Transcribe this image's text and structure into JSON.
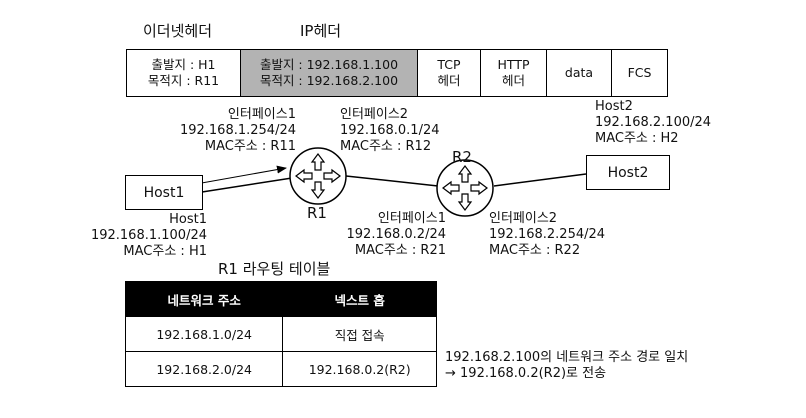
{
  "header_labels": {
    "ethernet": "이더넷헤더",
    "ip": "IP헤더"
  },
  "packet": {
    "eth_src": "출발지 : H1",
    "eth_dst": "목적지 : R11",
    "ip_src": "출발지 : 192.168.1.100",
    "ip_dst": "목적지 : 192.168.2.100",
    "tcp_1": "TCP",
    "tcp_2": "헤더",
    "http_1": "HTTP",
    "http_2": "헤더",
    "data": "data",
    "fcs": "FCS"
  },
  "r1": {
    "label": "R1",
    "if1": {
      "name": "인터페이스1",
      "ip": "192.168.1.254/24",
      "mac": "MAC주소 : R11"
    },
    "if2": {
      "name": "인터페이스2",
      "ip": "192.168.0.1/24",
      "mac": "MAC주소 : R12"
    }
  },
  "r2": {
    "label": "R2",
    "if1": {
      "name": "인터페이스1",
      "ip": "192.168.0.2/24",
      "mac": "MAC주소 : R21"
    },
    "if2": {
      "name": "인터페이스2",
      "ip": "192.168.2.254/24",
      "mac": "MAC주소 : R22"
    }
  },
  "host1": {
    "label": "Host1",
    "name": "Host1",
    "ip": "192.168.1.100/24",
    "mac": "MAC주소 : H1"
  },
  "host2": {
    "label": "Host2",
    "name": "Host2",
    "ip": "192.168.2.100/24",
    "mac": "MAC주소 : H2"
  },
  "routing_table": {
    "title": "R1 라우팅 테이블",
    "headers": [
      "네트워크 주소",
      "넥스트 홉"
    ],
    "rows": [
      [
        "192.168.1.0/24",
        "직접 접속"
      ],
      [
        "192.168.2.0/24",
        "192.168.0.2(R2)"
      ]
    ]
  },
  "note": {
    "line1": "192.168.2.100의 네트워크 주소 경로 일치",
    "line2": "→ 192.168.0.2(R2)로 전송"
  },
  "colors": {
    "grey_cell": "#b3b3b3",
    "table_header": "#000000"
  }
}
